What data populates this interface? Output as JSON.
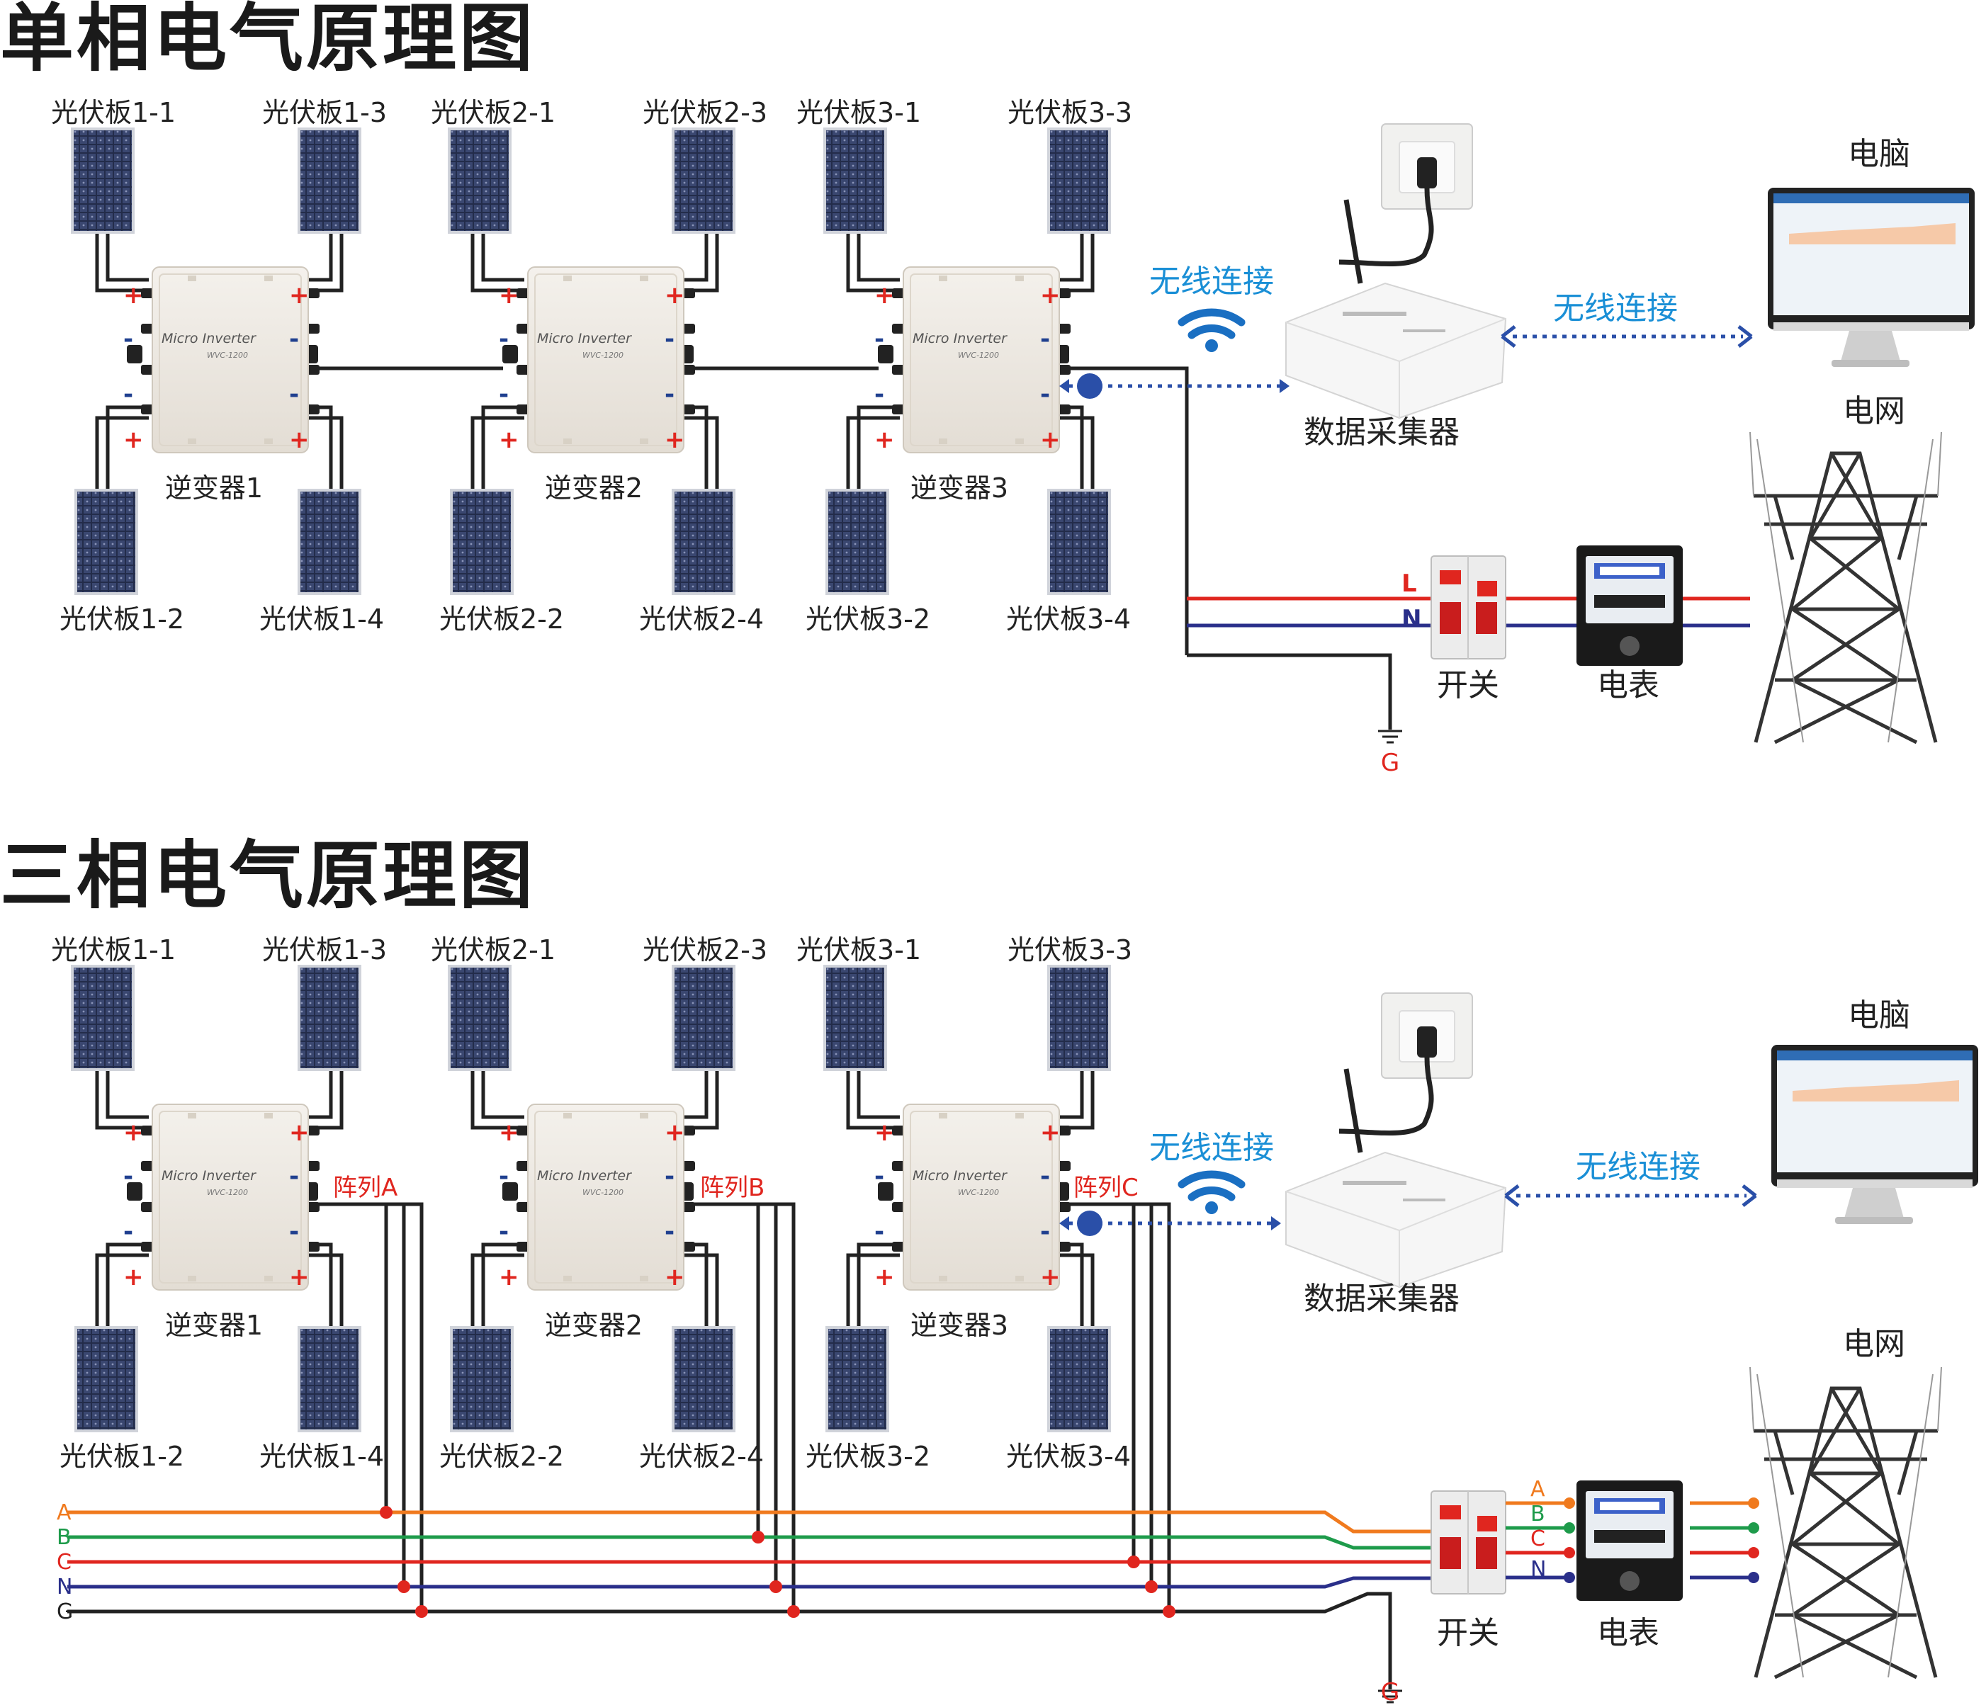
{
  "single_phase": {
    "title": "单相电气原理图",
    "panels_top": [
      "光伏板1-1",
      "光伏板1-3",
      "光伏板2-1",
      "光伏板2-3",
      "光伏板3-1",
      "光伏板3-3"
    ],
    "panels_bottom": [
      "光伏板1-2",
      "光伏板1-4",
      "光伏板2-2",
      "光伏板2-4",
      "光伏板3-2",
      "光伏板3-4"
    ],
    "inverters": [
      "逆变器1",
      "逆变器2",
      "逆变器3"
    ],
    "inverter_brand": "Micro Inverter",
    "inverter_model": "WVC-1200",
    "wireless_left": "无线连接",
    "wireless_right": "无线连接",
    "collector": "数据采集器",
    "computer": "电脑",
    "grid": "电网",
    "switch": "开关",
    "meter": "电表",
    "line_L": "L",
    "line_N": "N",
    "ground": "G"
  },
  "three_phase": {
    "title": "三相电气原理图",
    "panels_top": [
      "光伏板1-1",
      "光伏板1-3",
      "光伏板2-1",
      "光伏板2-3",
      "光伏板3-1",
      "光伏板3-3"
    ],
    "panels_bottom": [
      "光伏板1-2",
      "光伏板1-4",
      "光伏板2-2",
      "光伏板2-4",
      "光伏板3-2",
      "光伏板3-4"
    ],
    "inverters": [
      "逆变器1",
      "逆变器2",
      "逆变器3"
    ],
    "inverter_brand": "Micro Inverter",
    "inverter_model": "WVC-1200",
    "arrays": [
      "阵列A",
      "阵列B",
      "阵列C"
    ],
    "wireless_left": "无线连接",
    "wireless_right": "无线连接",
    "collector": "数据采集器",
    "computer": "电脑",
    "grid": "电网",
    "switch": "开关",
    "meter": "电表",
    "bus_lines": [
      "A",
      "B",
      "C",
      "N",
      "G"
    ],
    "meter_lines": [
      "A",
      "B",
      "C",
      "N"
    ],
    "ground": "G"
  },
  "polarity": {
    "plus": "+",
    "minus": "-"
  },
  "colors": {
    "phase_A": "#f07a1e",
    "phase_B": "#1e9b4b",
    "phase_C": "#e0261f",
    "neutral": "#2a2f8a",
    "ground": "#222222",
    "line_L": "#e0261f",
    "wireless": "#1a8fd6",
    "link": "#2a4fa8"
  }
}
